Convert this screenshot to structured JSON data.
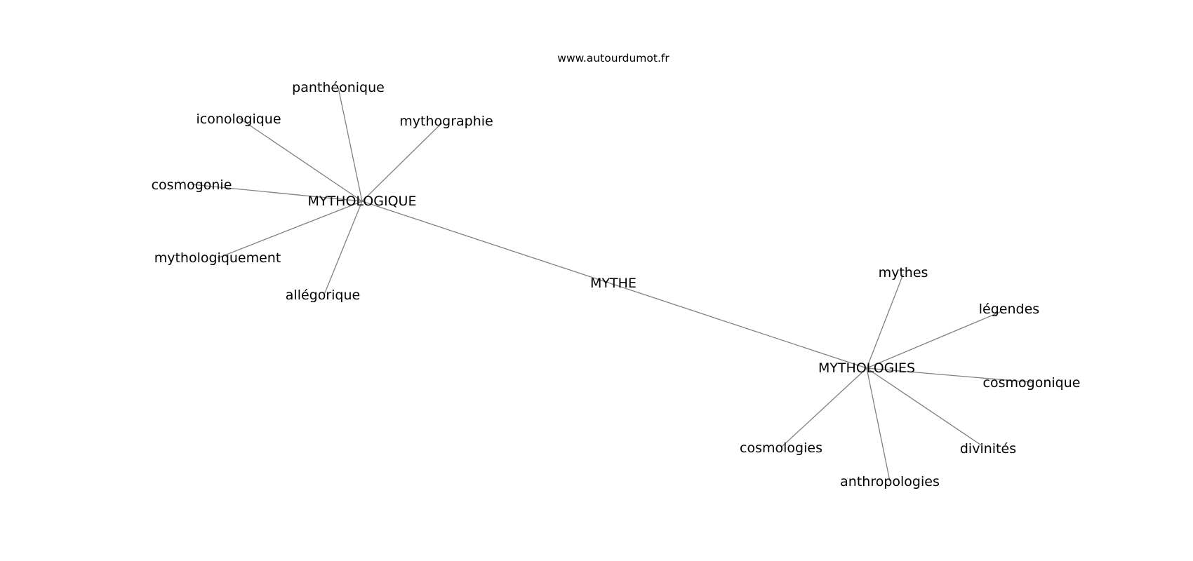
{
  "watermark": "www.autourdumot.fr",
  "graph": {
    "center": "MYTHE",
    "hubs": [
      {
        "label": "MYTHOLOGIQUE",
        "leaves": [
          "panthéonique",
          "iconologique",
          "mythographie",
          "cosmogonie",
          "mythologiquement",
          "allégorique"
        ]
      },
      {
        "label": "MYTHOLOGIES",
        "leaves": [
          "mythes",
          "légendes",
          "cosmogonique",
          "cosmologies",
          "divinités",
          "anthropologies"
        ]
      }
    ]
  },
  "colors": {
    "edge": "#808080",
    "text": "#000000",
    "background": "#ffffff"
  }
}
